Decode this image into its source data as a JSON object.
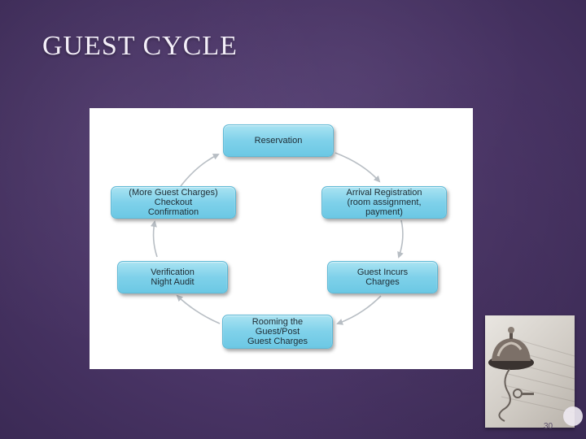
{
  "slide": {
    "title": "GUEST CYCLE",
    "page_number": "30"
  },
  "diagram": {
    "nodes": {
      "reservation": "Reservation",
      "arrival": "Arrival Registration\n(room assignment,\npayment)",
      "charges": "Guest Incurs\nCharges",
      "rooming": "Rooming the\nGuest/Post\nGuest Charges",
      "audit": "Verification\nNight Audit",
      "checkout": "(More Guest Charges)\nCheckout\nConfirmation"
    }
  },
  "colors": {
    "background": "#4a3566",
    "node_fill": "#7fd1ea",
    "node_border": "#5fb9d6",
    "arrow": "#b8bec4"
  },
  "photo": {
    "icon": "service-bell-with-key"
  }
}
